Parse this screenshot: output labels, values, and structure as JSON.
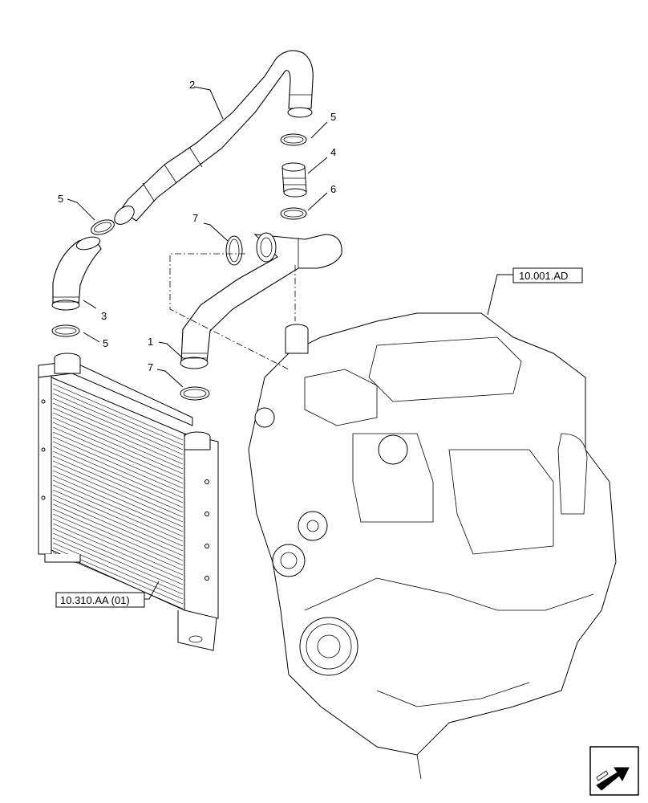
{
  "callouts": [
    "1",
    "2",
    "3",
    "4",
    "5",
    "5",
    "5",
    "6",
    "7",
    "7"
  ],
  "references": {
    "engine": "10.001.AD",
    "intercooler": "10.310.AA (01)"
  },
  "icons": {
    "nav_arrow": "next-page-arrow-icon"
  }
}
